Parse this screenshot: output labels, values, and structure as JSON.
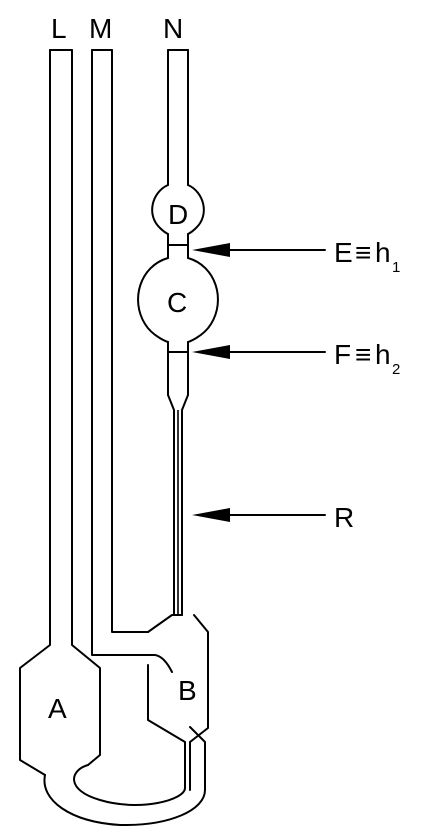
{
  "labels": {
    "L": "L",
    "M": "M",
    "N": "N",
    "A": "A",
    "B": "B",
    "C": "C",
    "D": "D",
    "E": "E",
    "F": "F",
    "R": "R",
    "equiv": "≡",
    "h": "h",
    "sub1": "1",
    "sub2": "2"
  },
  "colors": {
    "stroke": "#000000",
    "background": "#ffffff"
  }
}
